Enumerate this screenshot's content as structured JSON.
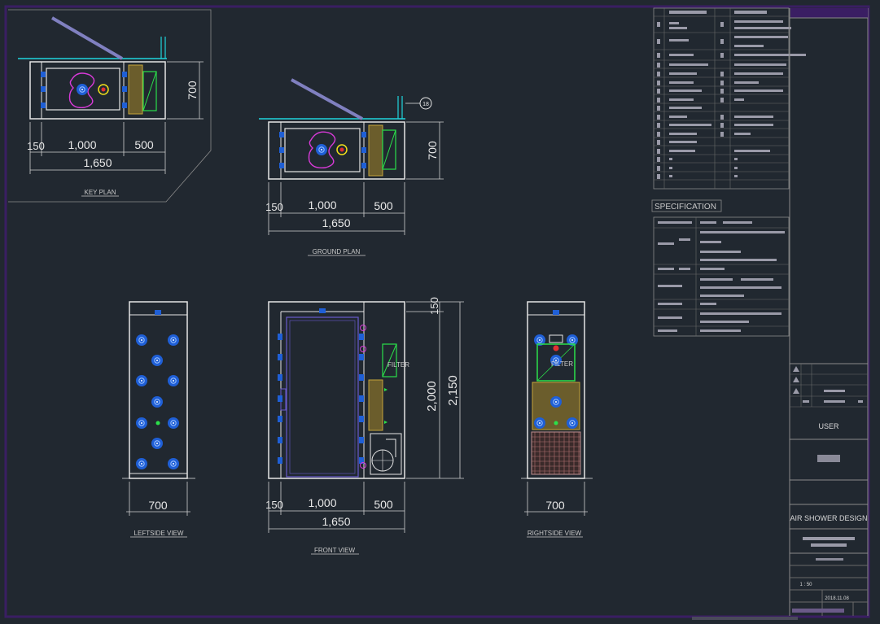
{
  "dimensions": {
    "w150": "150",
    "w1000": "1,000",
    "w500": "500",
    "w1650": "1,650",
    "d700": "700",
    "h2000": "2,000",
    "h2150": "2,150"
  },
  "view_titles": {
    "key_plan": "KEY PLAN",
    "ground_plan": "GROUND PLAN",
    "left_side": "LEFTSIDE VIEW",
    "front": "FRONT VIEW",
    "right_side": "RIGHTSIDE VIEW"
  },
  "callouts": {
    "ground_plan_tag": "18",
    "front_filter": "FILTER",
    "right_filter": "FILTER"
  },
  "specification_label": "SPECIFICATION",
  "title_block": {
    "project": "AIR SHOWER DESIGN",
    "user_label": "USER",
    "scale": "1 : 50",
    "date": "2018.11.08"
  },
  "colors": {
    "background": "#212830",
    "frame": "#3a1e63",
    "outline": "#e6e6e6",
    "nozzle": "#1f5fd6",
    "duct": "#1fd4dc",
    "accent_magenta": "#d83ad8",
    "filter_green": "#2be04a",
    "filter_body": "#6b5d2c"
  }
}
